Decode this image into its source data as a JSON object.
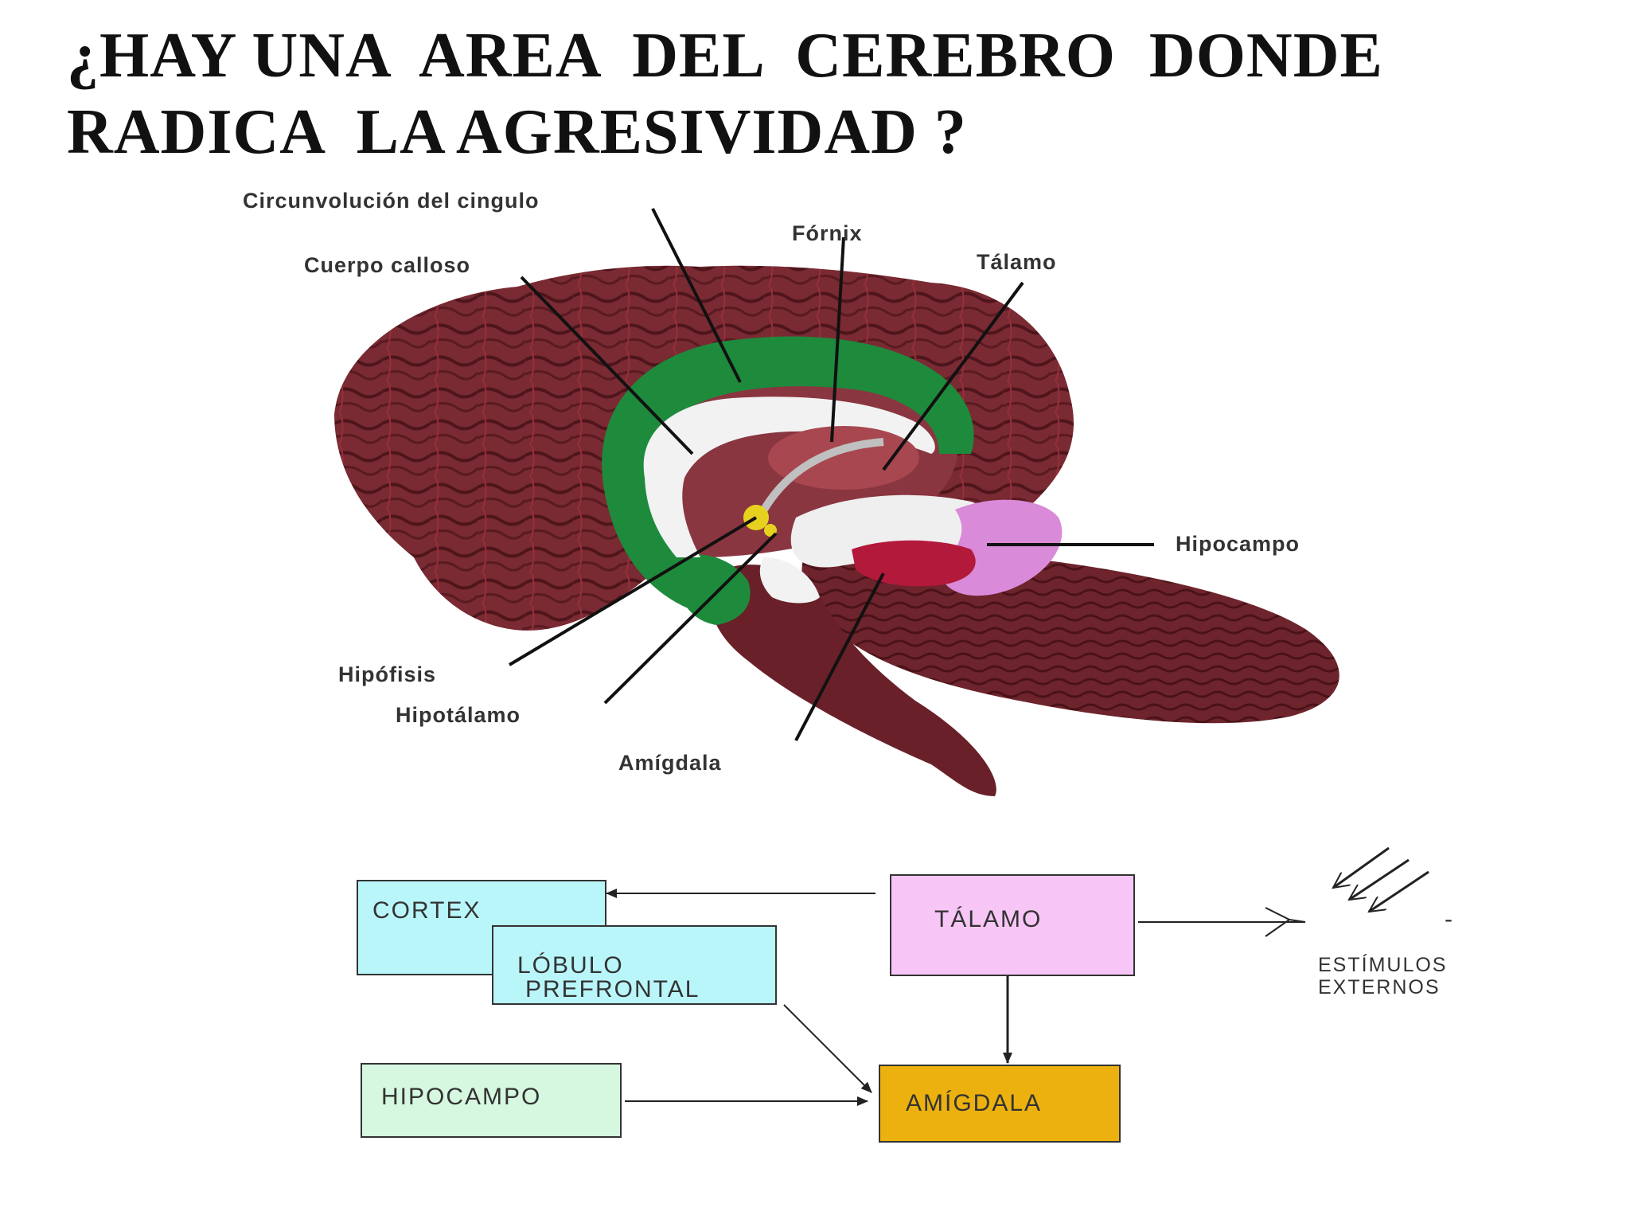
{
  "title": {
    "line1": "¿HAY UNA  AREA  DEL  CEREBRO  DONDE",
    "line2": "RADICA  LA AGRESIVIDAD ?"
  },
  "brain_labels": {
    "cingulo": "Circunvolución del cingulo",
    "fornix": "Fórnix",
    "cuerpo_calloso": "Cuerpo calloso",
    "talamo": "Tálamo",
    "hipocampo": "Hipocampo",
    "hipofisis": "Hipófisis",
    "hipotalamo": "Hipotálamo",
    "amigdala": "Amígdala"
  },
  "flow": {
    "cortex": "CORTEX",
    "lobulo_line1": "LÓBULO",
    "lobulo_line2": "PREFRONTAL",
    "talamo": "TÁLAMO",
    "hipocampo": "HIPOCAMPO",
    "amigdala": "AMÍGDALA",
    "estimulos_line1": "ESTÍMULOS",
    "estimulos_line2": "EXTERNOS",
    "dash": "-"
  },
  "colors": {
    "brain": "#7a2a32",
    "cingulate": "#1e8a3c",
    "hippocampus": "#d98ad8",
    "amygdala": "#b3193a",
    "pituitary": "#e6d21e",
    "cortex_box": "#b9f6fa",
    "lobulo_box": "#b9f6fa",
    "talamo_box": "#f8c6f6",
    "hipocampo_box": "#d6f7e0",
    "amigdala_box": "#ecb10e"
  }
}
